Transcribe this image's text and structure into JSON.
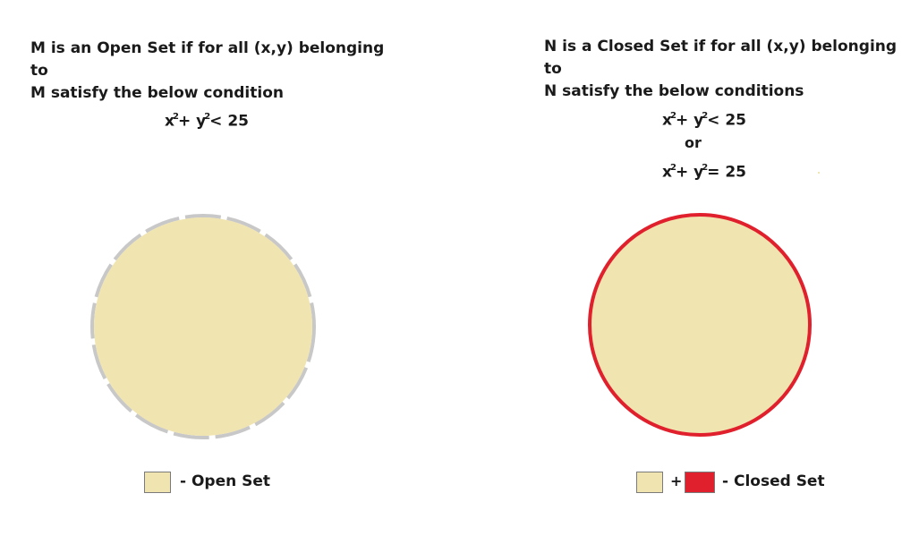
{
  "left": {
    "heading_line1": "M is an Open Set if for all (x,y) belonging to",
    "heading_line2": "M satisfy the below condition",
    "eq": {
      "x": "x",
      "y": "y",
      "exp": "2",
      "plus": "+",
      "rel": "< 25"
    },
    "legend_label": "- Open Set"
  },
  "right": {
    "heading_line1": "N is a Closed Set if for all (x,y) belonging to",
    "heading_line2": "N satisfy the below conditions",
    "eq1": {
      "x": "x",
      "y": "y",
      "exp": "2",
      "plus": "+",
      "rel": "< 25"
    },
    "or_text": "or",
    "eq2": {
      "x": "x",
      "y": "y",
      "exp": "2",
      "plus": "+",
      "rel": "= 25"
    },
    "legend_plus": "+",
    "legend_label": "- Closed Set"
  },
  "colors": {
    "interior_fill": "#f0e4b0",
    "open_boundary": "#c8c8c8",
    "closed_boundary": "#e0202c",
    "legend_red": "#e0202c"
  }
}
